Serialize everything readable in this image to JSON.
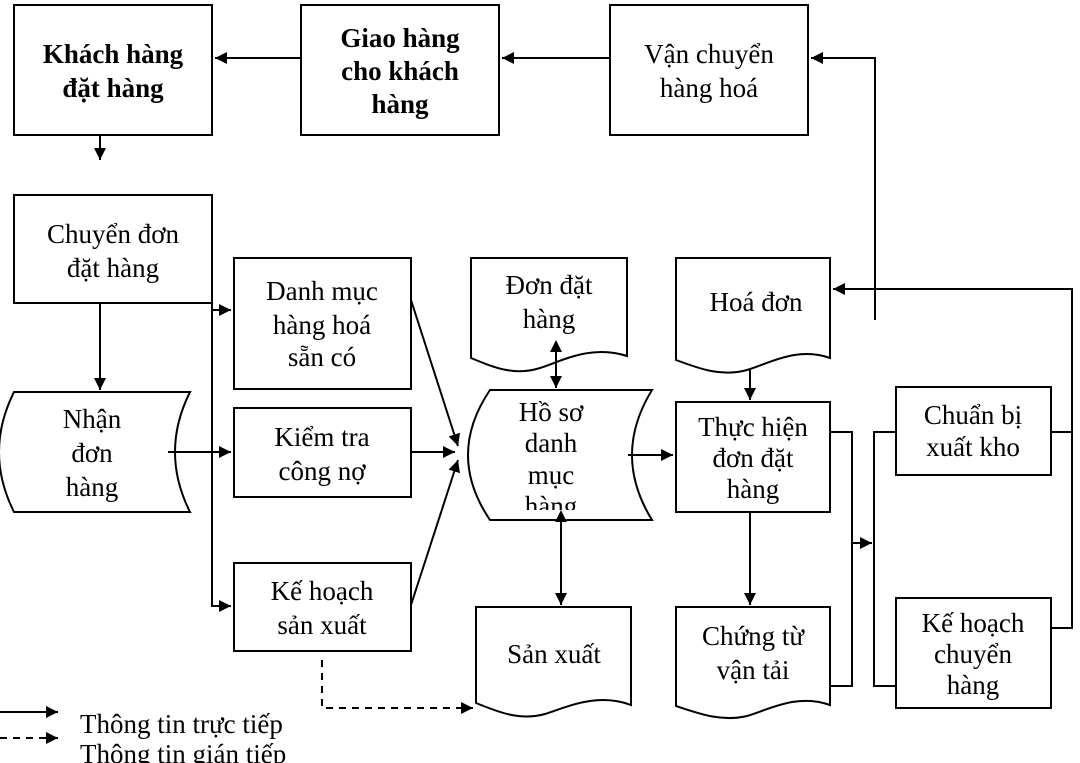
{
  "nodes": {
    "khach_hang_dat_hang": [
      "Khách hàng",
      "đặt hàng"
    ],
    "giao_hang": [
      "Giao hàng",
      "cho khách",
      "hàng"
    ],
    "van_chuyen": [
      "Vận chuyển",
      "hàng hoá"
    ],
    "chuyen_don": [
      "Chuyển đơn",
      "đặt hàng"
    ],
    "nhan_don": [
      "Nhận",
      "đơn",
      "hàng"
    ],
    "danh_muc": [
      "Danh mục",
      "hàng hoá",
      "sẵn có"
    ],
    "kiem_tra": [
      "Kiểm tra",
      "công nợ"
    ],
    "ke_hoach_sx": [
      "Kế hoạch",
      "sản xuất"
    ],
    "don_dat_hang": [
      "Đơn đặt",
      "hàng"
    ],
    "ho_so": [
      "Hồ sơ",
      "danh",
      "mục",
      "hàng"
    ],
    "san_xuat": [
      "Sản xuất"
    ],
    "hoa_don": [
      "Hoá đơn"
    ],
    "thuc_hien": [
      "Thực hiện",
      "đơn đặt",
      "hàng"
    ],
    "chung_tu": [
      "Chứng từ",
      "vận tải"
    ],
    "chuan_bi": [
      "Chuẩn bị",
      "xuất kho"
    ],
    "ke_hoach_chuyen": [
      "Kế hoạch",
      "chuyển",
      "hàng"
    ]
  },
  "legend": {
    "direct": "Thông tin trực tiếp",
    "indirect": "Thông tin gián tiếp"
  }
}
